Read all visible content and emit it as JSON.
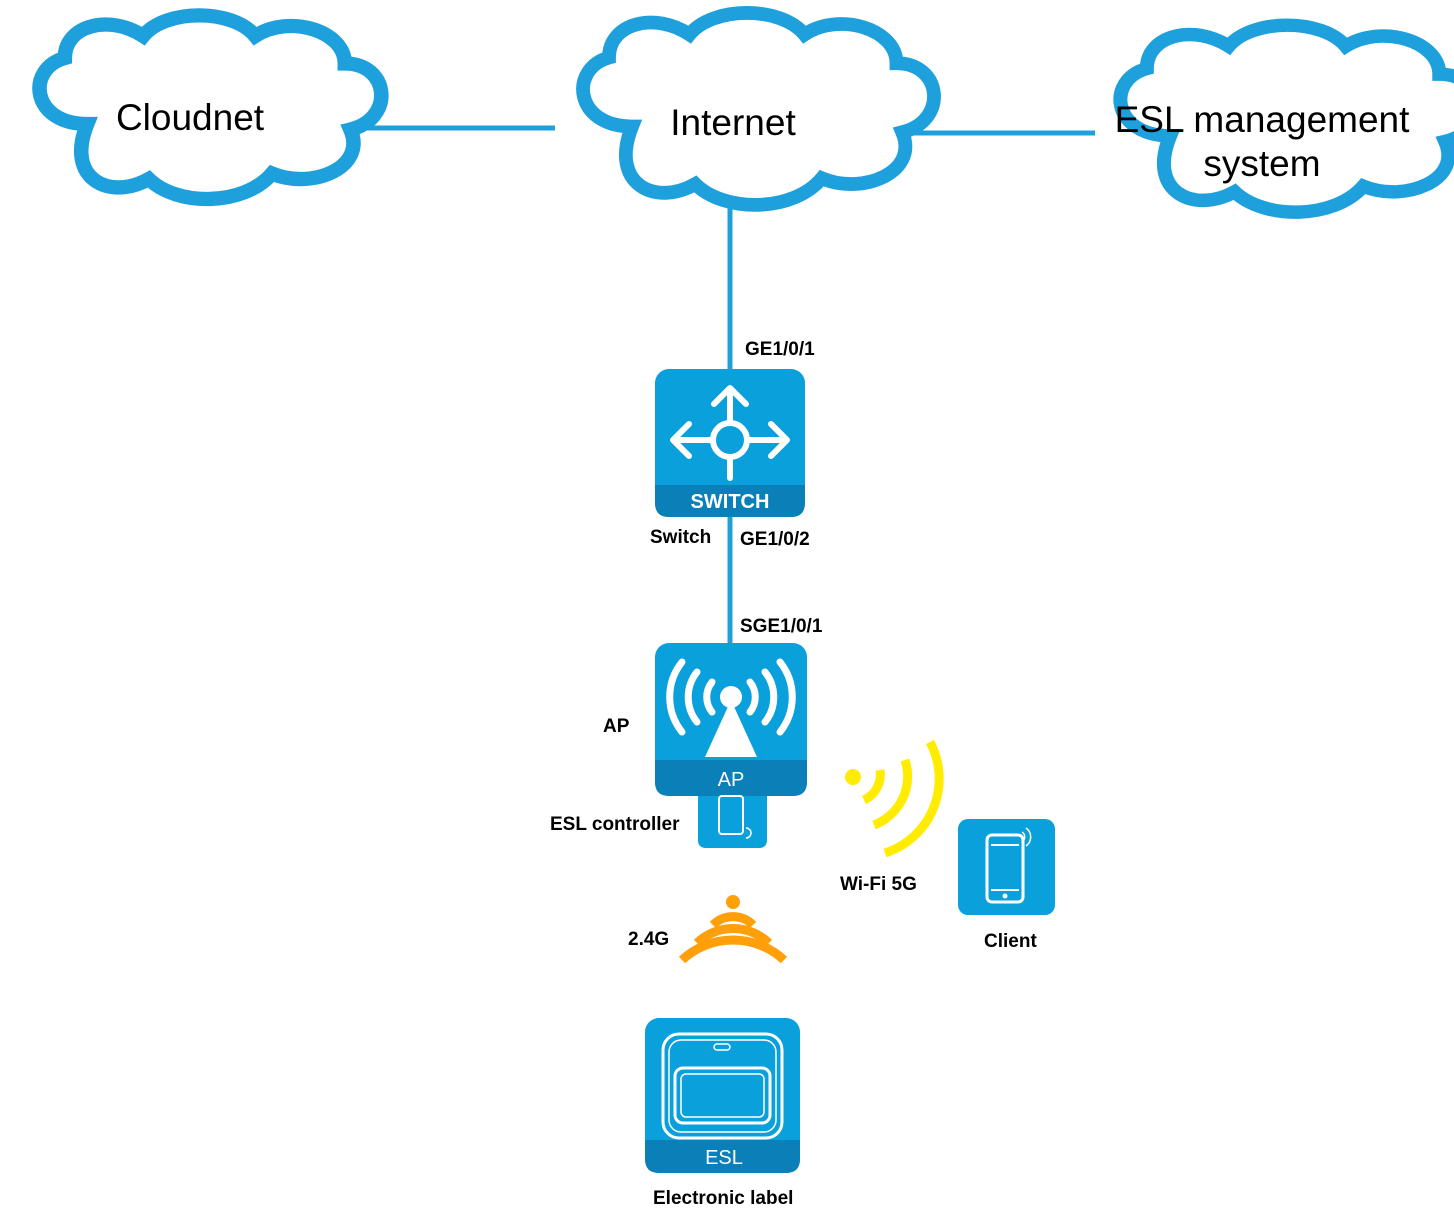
{
  "clouds": {
    "cloudnet": "Cloudnet",
    "internet": "Internet",
    "esl_line1": "ESL management",
    "esl_line2": "system"
  },
  "ports": {
    "switch_up": "GE1/0/1",
    "switch_down": "GE1/0/2",
    "ap_up": "SGE1/0/1"
  },
  "devices": {
    "switch_badge": "SWITCH",
    "switch_name": "Switch",
    "ap_badge": "AP",
    "ap_name": "AP",
    "esl_controller": "ESL controller",
    "client": "Client",
    "esl_badge": "ESL",
    "electronic_label": "Electronic label"
  },
  "signals": {
    "wifi5g": "Wi-Fi 5G",
    "band24": "2.4G"
  },
  "colors": {
    "line": "#1ea0dd",
    "device": "#0aa0dc",
    "device_dark": "#0b7fb8",
    "wifi5g": "#ffec00",
    "band24": "#ff9f0a"
  }
}
